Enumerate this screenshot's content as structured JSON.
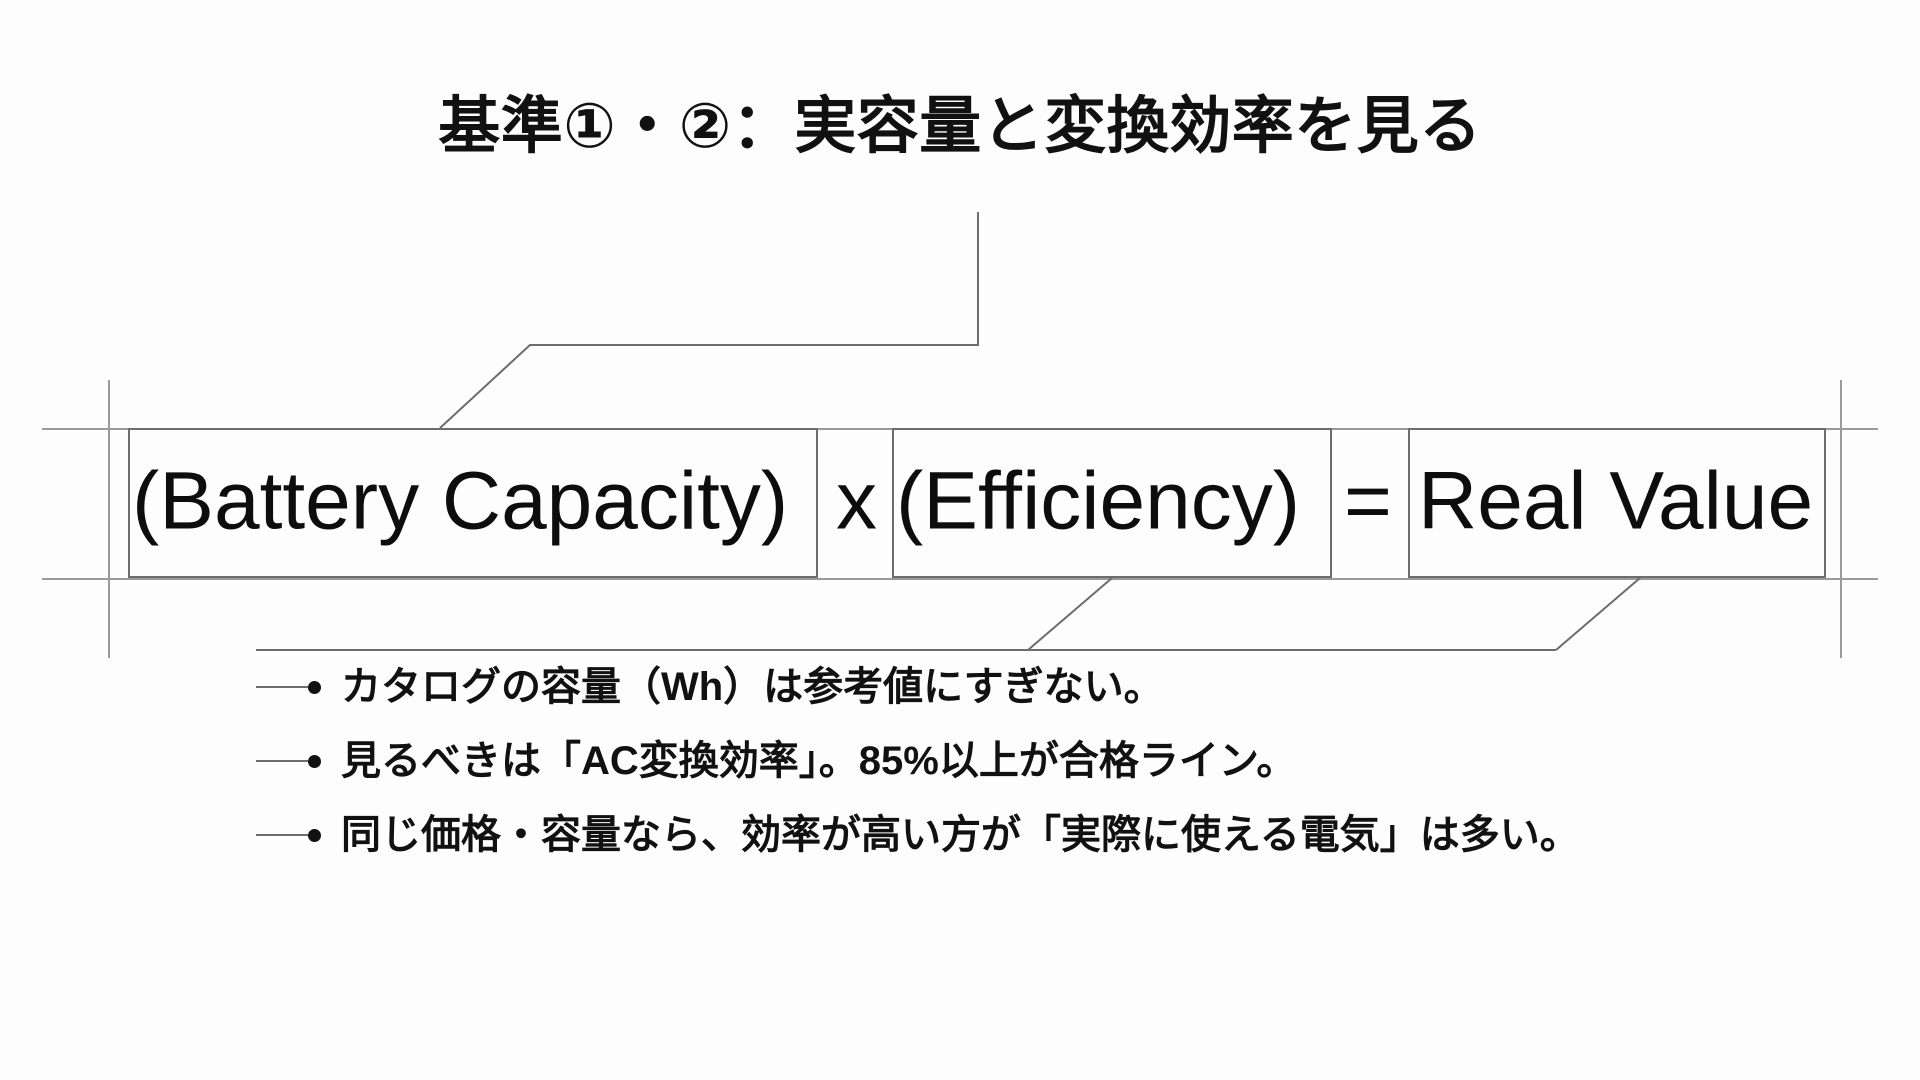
{
  "slide": {
    "title": "基準①・②：実容量と変換効率を見る",
    "background_color": "#fdfdfd",
    "text_color": "#111111",
    "line_color": "#6d6d6d",
    "guide_color": "#9a9a9a"
  },
  "formula": {
    "full": "(Battery Capacity) x (Efficiency) = Real Value",
    "segments": [
      {
        "label": "(Battery Capacity)",
        "bracketed": true
      },
      {
        "label": "x",
        "bracketed": false
      },
      {
        "label": "(Efficiency)",
        "bracketed": true
      },
      {
        "label": "=",
        "bracketed": false
      },
      {
        "label": "Real Value",
        "bracketed": true
      }
    ]
  },
  "bullets": [
    {
      "marker": "•",
      "text": "カタログの容量（Wh）は参考値にすぎない。"
    },
    {
      "marker": "•",
      "text": "見るべきは「AC変換効率」。85%以上が合格ライン。"
    },
    {
      "marker": "•",
      "text": "同じ価格・容量なら、効率が高い方が「実際に使える電気」は多い。"
    }
  ]
}
